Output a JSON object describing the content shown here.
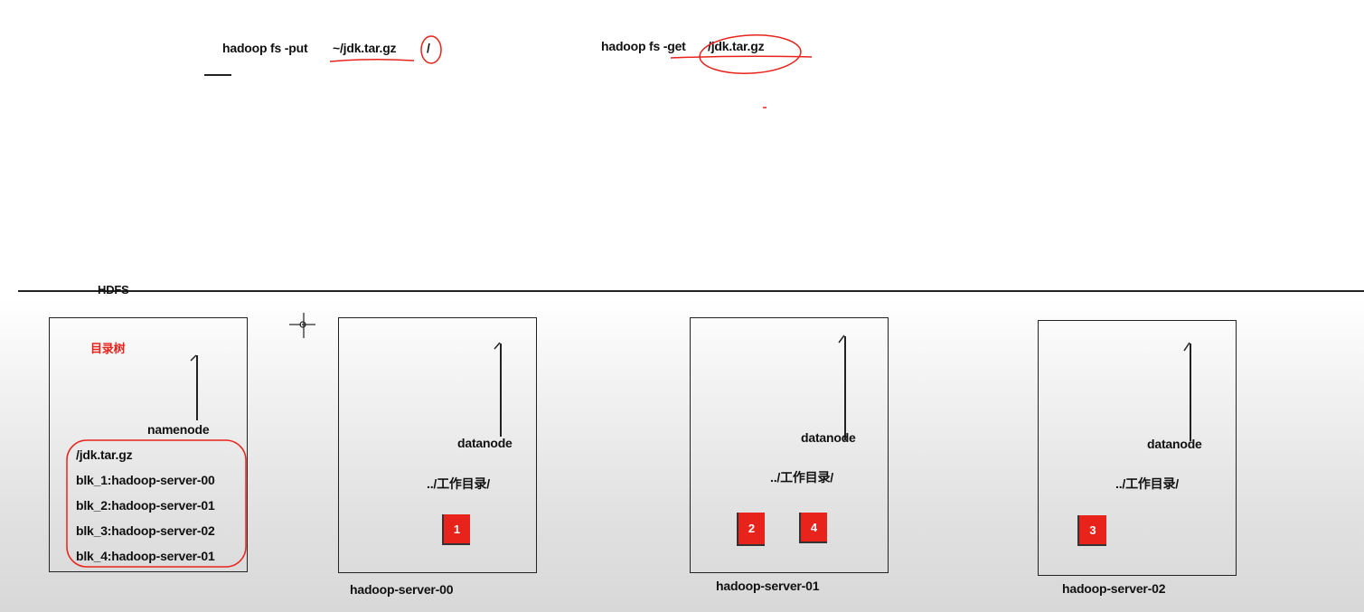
{
  "commands": {
    "put": {
      "prefix": "hadoop fs -put",
      "src": "~/jdk.tar.gz",
      "dst": "/"
    },
    "get": {
      "prefix": "hadoop fs -get",
      "path": "/jdk.tar.gz"
    }
  },
  "hdfs_label": "HDFS",
  "namenode": {
    "title": "目录树",
    "label": "namenode",
    "entries": [
      "/jdk.tar.gz",
      "blk_1:hadoop-server-00",
      "blk_2:hadoop-server-01",
      "blk_3:hadoop-server-02",
      "blk_4:hadoop-server-01"
    ]
  },
  "servers": [
    {
      "datanode": "datanode",
      "dir": "../工作目录/",
      "name": "hadoop-server-00",
      "blocks": [
        "1"
      ]
    },
    {
      "datanode": "datanode",
      "dir": "../工作目录/",
      "name": "hadoop-server-01",
      "blocks": [
        "2",
        "4"
      ]
    },
    {
      "datanode": "datanode",
      "dir": "../工作目录/",
      "name": "hadoop-server-02",
      "blocks": [
        "3"
      ]
    }
  ],
  "colors": {
    "annotation": "#e8231c",
    "block": "#e8231c",
    "line": "#222222"
  }
}
